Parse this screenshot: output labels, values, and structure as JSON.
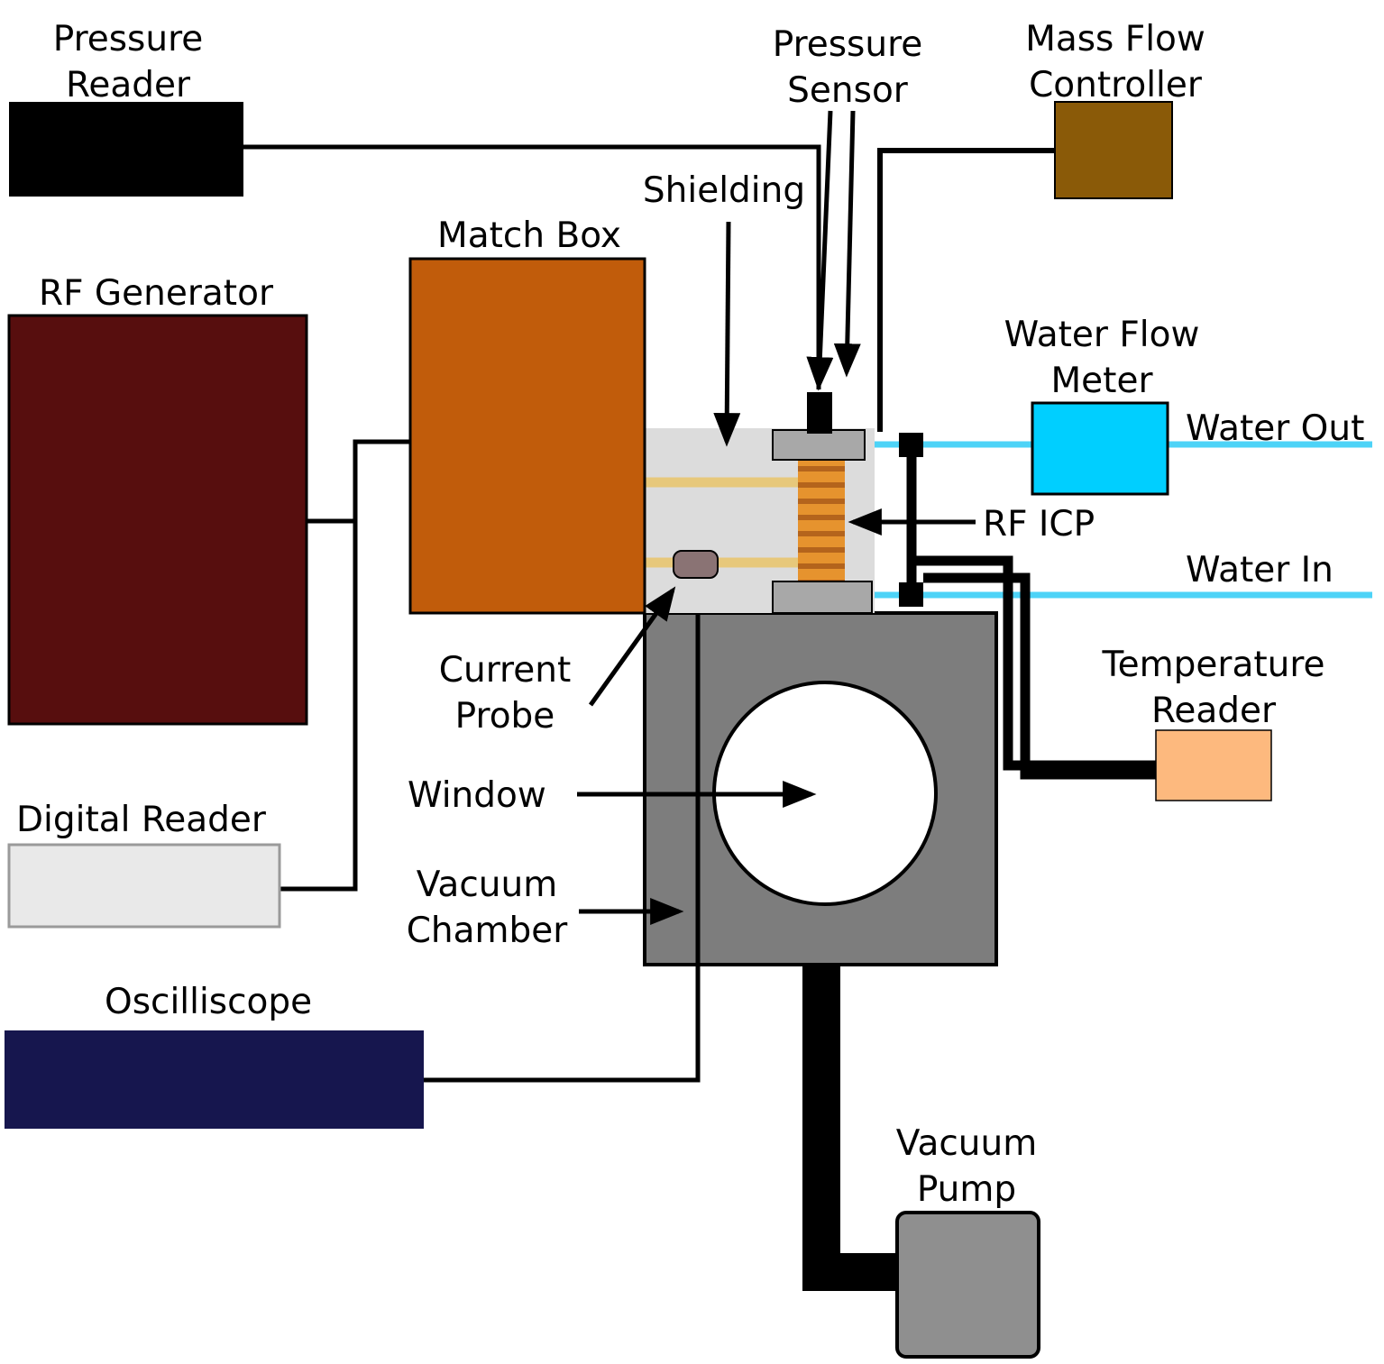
{
  "diagram": {
    "components": {
      "pressure_reader": {
        "label": "Pressure\nReader",
        "color": "#000000"
      },
      "rf_generator": {
        "label": "RF Generator",
        "color": "#570e0e"
      },
      "match_box": {
        "label": "Match Box",
        "color": "#c15c0b"
      },
      "shielding": {
        "label": "Shielding",
        "color": "#dcdcdc"
      },
      "pressure_sensor": {
        "label": "Pressure\nSensor",
        "color": "#000000"
      },
      "mass_flow_controller": {
        "label": "Mass Flow\nController",
        "color": "#8a5a08"
      },
      "water_flow_meter": {
        "label": "Water Flow\nMeter",
        "color": "#00cfff"
      },
      "rf_icp": {
        "label": "RF ICP",
        "coil_color": "#e6932e",
        "coil_stripe_color": "#b4641c"
      },
      "current_probe": {
        "label": "Current\nProbe",
        "color": "#8a7374"
      },
      "window": {
        "label": "Window",
        "color": "#ffffff"
      },
      "vacuum_chamber": {
        "label": "Vacuum\nChamber",
        "color": "#7d7d7d"
      },
      "digital_reader": {
        "label": "Digital Reader",
        "color": "#e9e9e9"
      },
      "oscilliscope": {
        "label": "Oscilliscope",
        "color": "#16164e"
      },
      "vacuum_pump": {
        "label": "Vacuum\nPump",
        "color": "#8f8f8f"
      },
      "temperature_reader": {
        "label": "Temperature\nReader",
        "color": "#fdb97e"
      }
    },
    "water": {
      "out_label": "Water Out",
      "in_label": "Water In",
      "line_color": "#4dd3f7"
    },
    "misc_colors": {
      "flange": "#a8a8a8",
      "feed_line": "#e7c87b",
      "wire": "#000000"
    }
  }
}
